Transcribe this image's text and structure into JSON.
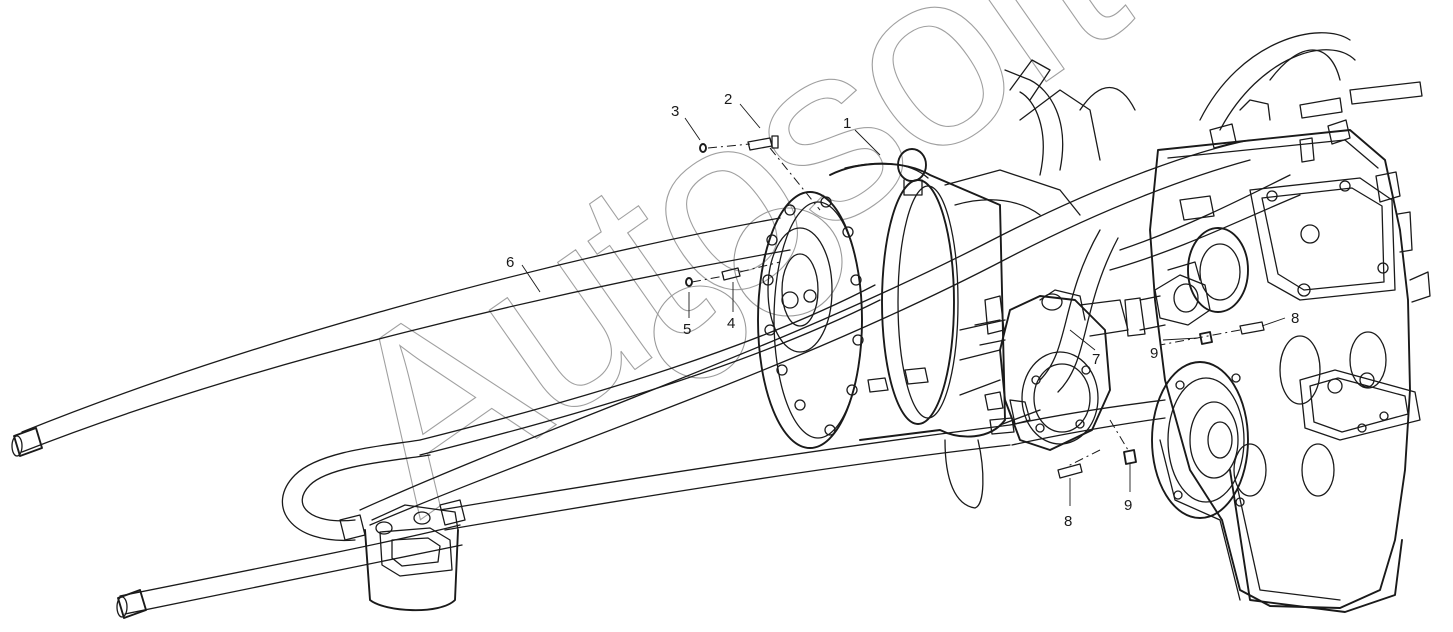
{
  "watermark": "Autosoft",
  "callouts": [
    {
      "id": "c1",
      "label": "1"
    },
    {
      "id": "c2",
      "label": "2"
    },
    {
      "id": "c3",
      "label": "3"
    },
    {
      "id": "c4",
      "label": "4"
    },
    {
      "id": "c5",
      "label": "5"
    },
    {
      "id": "c6",
      "label": "6"
    },
    {
      "id": "c7",
      "label": "7"
    },
    {
      "id": "c8a",
      "label": "8"
    },
    {
      "id": "c9a",
      "label": "9"
    },
    {
      "id": "c8b",
      "label": "8"
    },
    {
      "id": "c9b",
      "label": "9"
    }
  ],
  "colors": {
    "line": "#1a1a1a",
    "background": "#ffffff",
    "watermark": "#9a9a9a"
  }
}
